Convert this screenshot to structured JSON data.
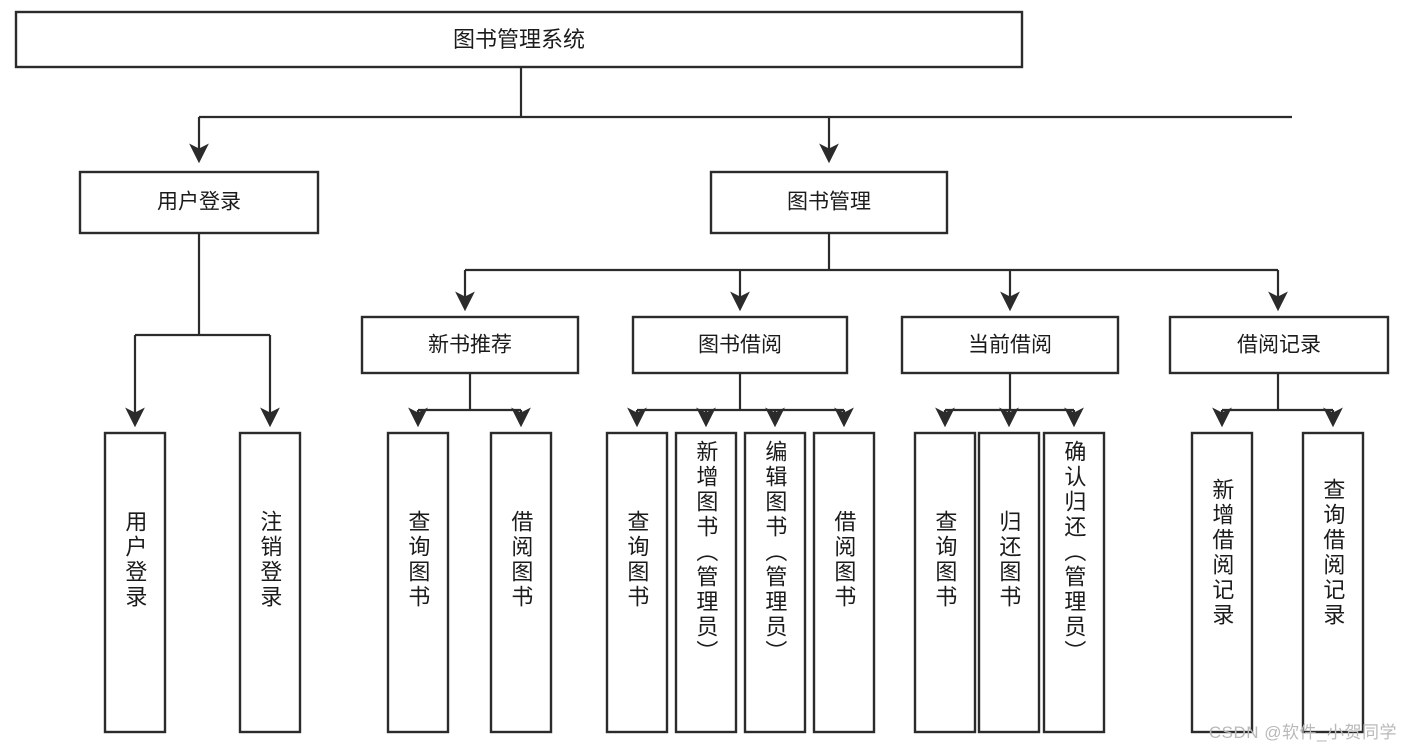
{
  "diagram": {
    "type": "tree",
    "title": "图书管理系统",
    "root": {
      "label": "图书管理系统",
      "name": "root-node"
    },
    "level1": [
      {
        "label": "用户登录",
        "name": "node-user-login"
      },
      {
        "label": "图书管理",
        "name": "node-book-management"
      }
    ],
    "level2": [
      {
        "label": "新书推荐",
        "name": "node-new-book-recommend"
      },
      {
        "label": "图书借阅",
        "name": "node-book-borrow"
      },
      {
        "label": "当前借阅",
        "name": "node-current-borrow"
      },
      {
        "label": "借阅记录",
        "name": "node-borrow-record"
      }
    ],
    "leaves": {
      "user_login": [
        {
          "label": "用户登录",
          "name": "leaf-user-login"
        },
        {
          "label": "注销登录",
          "name": "leaf-logout"
        }
      ],
      "new_book_recommend": [
        {
          "label": "查询图书",
          "name": "leaf-query-book-1"
        },
        {
          "label": "借阅图书",
          "name": "leaf-borrow-book-1"
        }
      ],
      "book_borrow": [
        {
          "label": "查询图书",
          "name": "leaf-query-book-2"
        },
        {
          "label": "新增图书（管理员）",
          "name": "leaf-add-book-admin"
        },
        {
          "label": "编辑图书（管理员）",
          "name": "leaf-edit-book-admin"
        },
        {
          "label": "借阅图书",
          "name": "leaf-borrow-book-2"
        }
      ],
      "current_borrow": [
        {
          "label": "查询图书",
          "name": "leaf-query-book-3"
        },
        {
          "label": "归还图书",
          "name": "leaf-return-book"
        },
        {
          "label": "确认归还（管理员）",
          "name": "leaf-confirm-return-admin"
        }
      ],
      "borrow_record": [
        {
          "label": "新增借阅记录",
          "name": "leaf-add-borrow-record"
        },
        {
          "label": "查询借阅记录",
          "name": "leaf-query-borrow-record"
        }
      ]
    },
    "watermark": "CSDN @软件_小贺同学",
    "colors": {
      "stroke": "#2b2b2b",
      "fill": "#ffffff",
      "text": "#1b1b1b",
      "watermark": "#b9b9b9"
    }
  }
}
